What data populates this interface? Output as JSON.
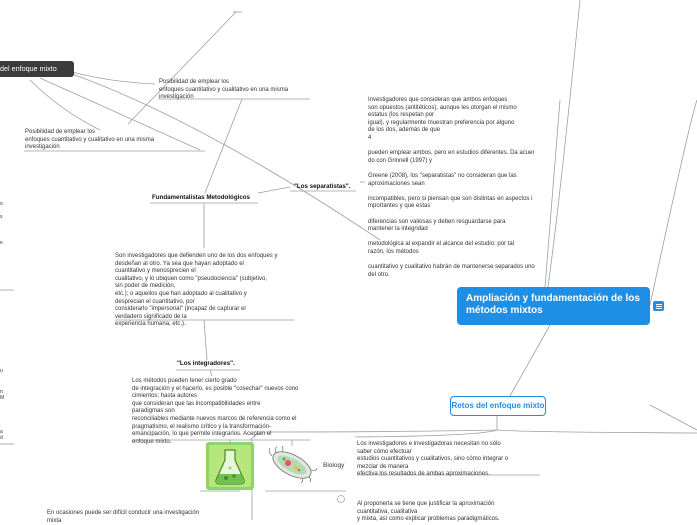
{
  "central_topic": "Ampliación y fundamentación de los métodos mixtos",
  "left_node": "del enfoque mixto",
  "retos_node": "Retos del enfoque mixto",
  "posibilidad_1": "Posibilidad de emplear los\nenfoques  cuantitativo  y  cualitativo  en  una  misma\ninvestigación",
  "posibilidad_2": "Posibilidad de emplear los\nenfoques  cuantitativo  y  cualitativo  en  una  misma\ninvestigación",
  "fundamentalistas_title": "Fundamentalistas Metodológicos",
  "fundamentalistas_text": "Son investigadores que defienden uno de los dos enfoques y\ndesdeñan  al  otro.  Ya  sea  que  hayan  adoptado  el\ncuantitativo  y  menosprecien  el\ncualitativo,  y  lo  ubiquen  como  \"pseudociencia\"  (subjetivo,\nsin  poder  de  medición,\netc.); o  aquellos  que  han  adoptado  al  cualitativo  y\ndesprecian  el  cuantitativo,  por\nconsiderarlo  \"impersonal\"  (incapaz  de  capturar  el\nverdadero  significado  de  la\nexperiencia  humana,  etc.).",
  "separatistas_title": "\"Los  separatistas\".",
  "separatistas_text": "Investigadores  que  consideran  que  ambos  enfoques\nson  opuestos  (antitéticos),  aunque  les  otorgan  el  mismo\nestatus  (los  respetan  por\nigual),  y  regularmente  muestran  preferencia  por  alguno\nde  los  dos,  además  de  que\n4\n\npueden emplear ambos, pero en estudios diferentes. Da acuer\ndo con Grinnell (1997) y\n\nGreene  (2008),  los  \"separatistas\"  no  consideran  que  las\naproximaciones  sean\n\nincompatibles, pero si piensan que son distintas en aspectos i\nmportantes y que estas\n\ndiferencias  son  valiosas  y  deben  resguardarse  para\nmantener  la  integridad\n\nmetodológica  al  expandir  el  alcance  del  estudio:  por  tal\nrazón, los  métodos\n\ncuantitativo y cualitativo habrán de mantenerse separados uno\n del otro.",
  "integradores_title": "\"Los  integradores\".",
  "integradores_text": "Los métodos  pueden  tener cierto grado\nde integración y el hacerlo, es posible \"cosechar\" nuevos cono\ncimientos; hasta autores\nque  consideran  que  las  incompatibilidades  entre\nparadigmas son\nreconciliables mediante nuevos marcos de referencia como el\npragmatismo, el realismo crítico y la  transformación-\nemancipación,  lo  que  permite  integrarlos.  Aceptan  el\nenfoque  mixto.",
  "retos_text_1": "Los  investigadores  e  investigadoras  necesitan  no  sólo\nsaber  cómo  efectuar\nestudios  cuantitativos  y  cualitativos, sino  cómo  integrar  o\nmezclar  de  manera\nefectiva los resultados de ambas aproximaciones.",
  "retos_text_2": "Al  proponerla  se  tiene  que justificar la aproximación\ncuantitativa,  cualitativa\ny mixta, así como explicar problemas paradigmáticos.",
  "bottom_left_text": "En  ocasiones  puede  ser  difícil  conducir  una  investigación\nmixta",
  "biology_label": "Biology",
  "colors": {
    "central_bg": "#1f8fe6",
    "dark_node_bg": "#3c3c3c",
    "line": "#999999"
  },
  "icons": [
    "menu-icon",
    "flask-image",
    "bacteria-image",
    "scroll-arrow-icon"
  ]
}
